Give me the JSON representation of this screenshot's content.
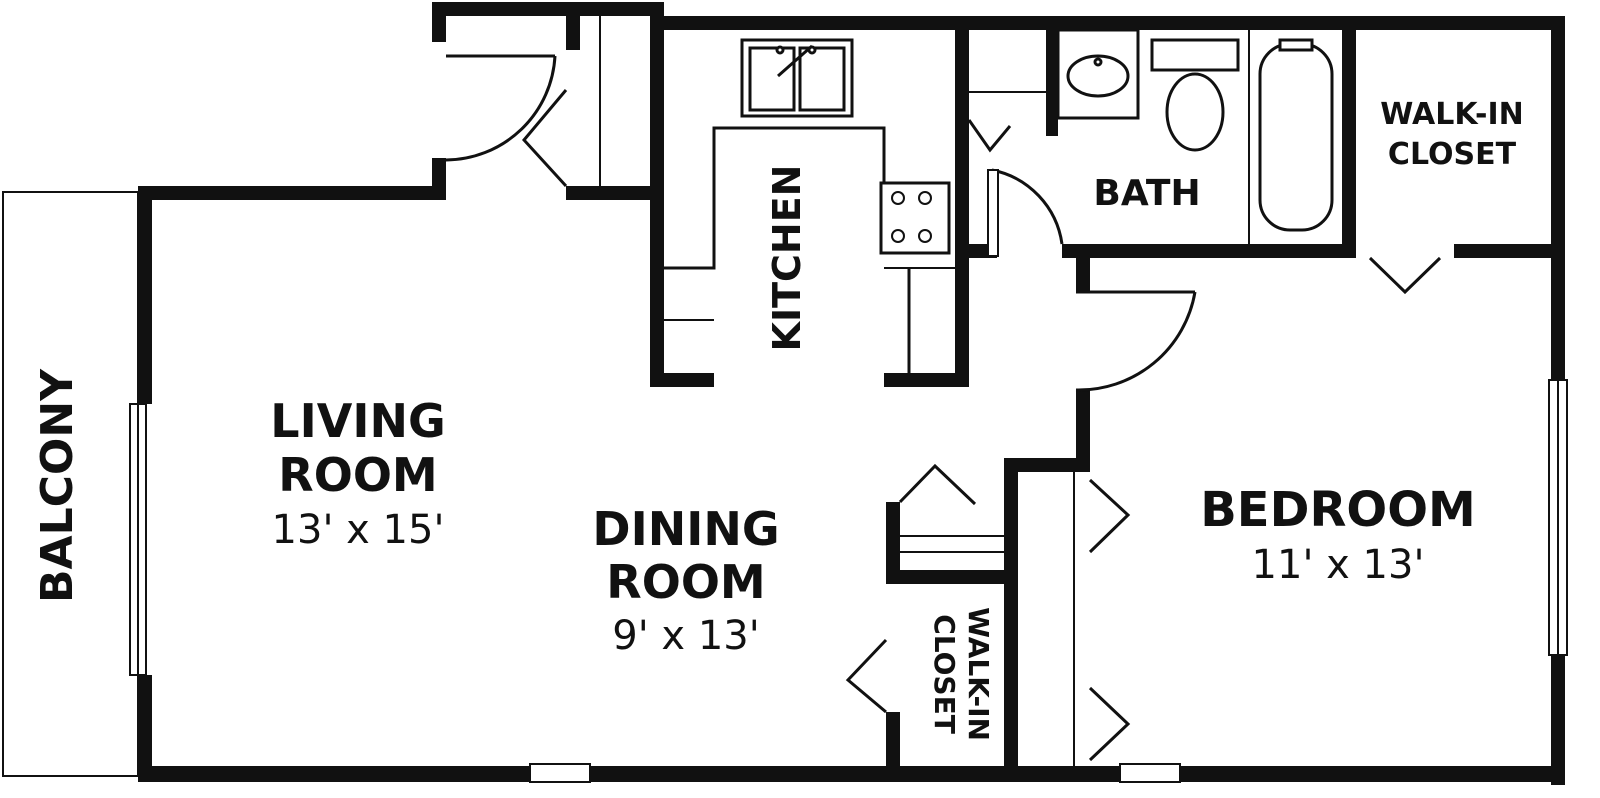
{
  "rooms": {
    "balcony": {
      "name": "BALCONY"
    },
    "living": {
      "name_line1": "LIVING",
      "name_line2": "ROOM",
      "size": "13' x 15'"
    },
    "dining": {
      "name_line1": "DINING",
      "name_line2": "ROOM",
      "size": "9' x 13'"
    },
    "kitchen": {
      "name": "KITCHEN"
    },
    "bath": {
      "name": "BATH"
    },
    "walkin_closet_top": {
      "line1": "WALK-IN",
      "line2": "CLOSET"
    },
    "walkin_closet_mid": {
      "line1": "WALK-IN",
      "line2": "CLOSET"
    },
    "bedroom": {
      "name": "BEDROOM",
      "size": "11' x 13'"
    }
  }
}
